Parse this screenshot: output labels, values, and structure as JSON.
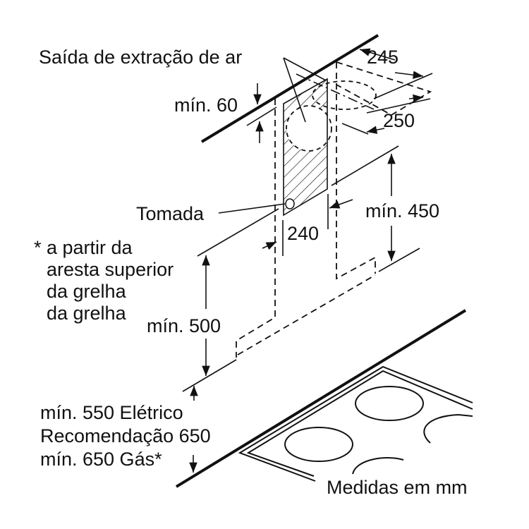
{
  "labels": {
    "air_outlet": "Saída de extração de ar",
    "min_60": "mín. 60",
    "dim_245": "245",
    "dim_250": "250",
    "socket": "Tomada",
    "dim_240": "240",
    "min_450": "mín. 450",
    "note_line1": "* a partir da",
    "note_line2": "aresta superior",
    "note_line3": "da grelha",
    "note_line4": "da grelha",
    "min_500": "mín. 500",
    "min_550_electric": "mín. 550 Elétrico",
    "recommendation_650": "Recomendação 650",
    "min_650_gas": "mín. 650 Gás*",
    "units": "Medidas em mm"
  }
}
